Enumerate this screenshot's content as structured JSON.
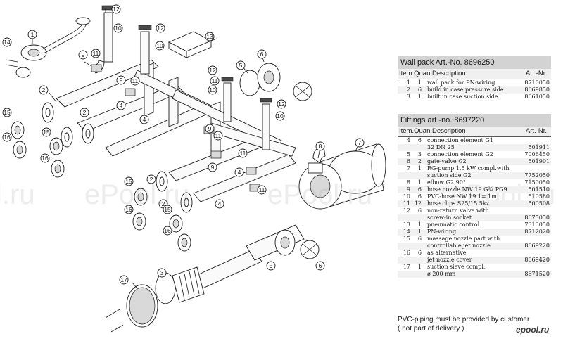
{
  "callouts": [
    "1",
    "2",
    "3",
    "4",
    "5",
    "6",
    "7",
    "8",
    "9",
    "10",
    "11",
    "12",
    "13",
    "14",
    "15",
    "16",
    "17"
  ],
  "wall_pack": {
    "title": "Wall pack  Art.-No. 8696250",
    "header_item": "Item.Quan.Description",
    "header_art": "Art.-Nr.",
    "rows": [
      {
        "item": "1",
        "qty": "1",
        "desc": "wall pack for PN-wiring",
        "art": "8710050"
      },
      {
        "item": "2",
        "qty": "6",
        "desc": "build in case pressure side",
        "art": "8669850"
      },
      {
        "item": "3",
        "qty": "1",
        "desc": "built in case suction side",
        "art": "8661050"
      }
    ]
  },
  "fittings": {
    "title": "Fittings art.-no. 8697220",
    "header_item": "Item.Quan.Description",
    "header_art": "Art.-Nr.",
    "rows": [
      {
        "item": "4",
        "qty": "6",
        "desc": "connection element G1",
        "art": ""
      },
      {
        "item": "",
        "qty": "",
        "desc": "32 DN 25",
        "art": "501911"
      },
      {
        "item": "5",
        "qty": "3",
        "desc": "connection element G2",
        "art": "7006450"
      },
      {
        "item": "6",
        "qty": "2",
        "desc": "gate-valve G2",
        "art": "501901"
      },
      {
        "item": "7",
        "qty": "1",
        "desc": "RG-pump 1,5 kW compl.with",
        "art": ""
      },
      {
        "item": "",
        "qty": "",
        "desc": "suction side G2",
        "art": "7752050"
      },
      {
        "item": "8",
        "qty": "1",
        "desc": "elbow G2 90°",
        "art": "7150050"
      },
      {
        "item": "9",
        "qty": "6",
        "desc": "hose nozzle NW 19 G¾ PG9",
        "art": "501510"
      },
      {
        "item": "10",
        "qty": "6",
        "desc": "PVC-hose NW 19 1= 1m",
        "art": "510580"
      },
      {
        "item": "11",
        "qty": "12",
        "desc": "hose clips S25/15 5kz",
        "art": "500508"
      },
      {
        "item": "12",
        "qty": "6",
        "desc": "non-return valve with",
        "art": ""
      },
      {
        "item": "",
        "qty": "",
        "desc": "screw-in socket",
        "art": "8675050"
      },
      {
        "item": "13",
        "qty": "1",
        "desc": "pneumatic control",
        "art": "7313050"
      },
      {
        "item": "14",
        "qty": "1",
        "desc": "PN-wiring",
        "art": "8712020"
      },
      {
        "item": "15",
        "qty": "6",
        "desc": "massage nozzle part with",
        "art": ""
      },
      {
        "item": "",
        "qty": "",
        "desc": "controllable jet nozzle",
        "art": "8669220"
      },
      {
        "item": "16",
        "qty": "6",
        "desc": "as alternative",
        "art": ""
      },
      {
        "item": "",
        "qty": "",
        "desc": "jet nozzle cover",
        "art": "8669420"
      },
      {
        "item": "17",
        "qty": "1",
        "desc": "suction sieve compl.",
        "art": ""
      },
      {
        "item": "",
        "qty": "",
        "desc": "ø 200 mm",
        "art": "8671520"
      }
    ]
  },
  "note": {
    "line1": "PVC-piping must be provided by customer",
    "line2": "( not part of delivery )"
  },
  "watermark": "ePool.ru",
  "watermark_left": "l.ru",
  "logo": "epool.ru"
}
